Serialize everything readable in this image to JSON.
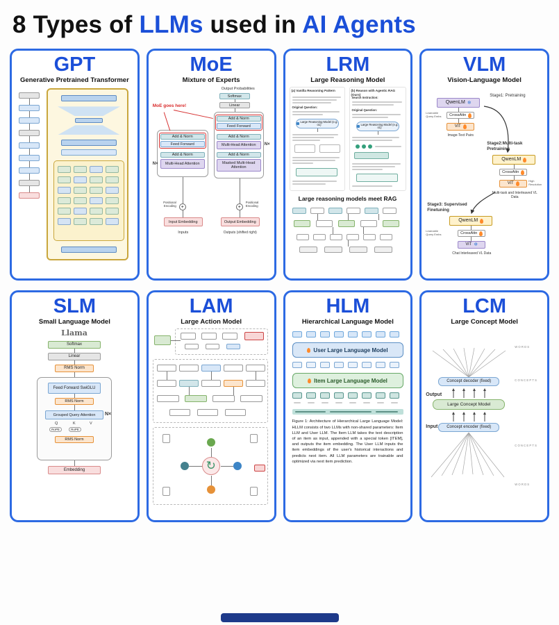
{
  "page": {
    "title_parts": [
      {
        "text": "8 Types of "
      },
      {
        "text": "LLMs"
      },
      {
        "text": " used in "
      },
      {
        "text": "AI Agents"
      }
    ],
    "colors": {
      "accent": "#1b4fd8",
      "card_border": "#2d6ae3"
    }
  },
  "cards": {
    "gpt": {
      "title": "GPT",
      "subtitle": "Generative Pretrained Transformer"
    },
    "moe": {
      "title": "MoE",
      "subtitle": "Mixture of Experts",
      "labels": {
        "annotation": "MoE goes here!",
        "output_probabilities": "Output Probabilities",
        "softmax": "Softmax",
        "linear": "Linear",
        "add_norm": "Add & Norm",
        "feed_forward": "Feed Forward",
        "multi_head_attention": "Multi-Head Attention",
        "masked_multi_head_attention": "Masked Multi-Head Attention",
        "positional_encoding": "Positional Encoding",
        "input_embedding": "Input Embedding",
        "output_embedding": "Output Embedding",
        "inputs": "Inputs",
        "outputs": "Outputs (shifted right)",
        "nx": "N×"
      }
    },
    "lrm": {
      "title": "LRM",
      "subtitle": "Large Reasoning Model",
      "labels": {
        "panel_a": "(a) Vanilla Reasoning Pattern",
        "panel_b": "(b) Reason with Agentic RAG (Ours)",
        "original_question": "Original Question:",
        "search_instruction": "Search Instruction:",
        "model_box": "Large Reasoning Model (e.g. o1)",
        "meet_rag": "Large reasoning models meet RAG"
      }
    },
    "vlm": {
      "title": "VLM",
      "subtitle": "Vision-Language Model",
      "labels": {
        "stage1": "Stage1: Pretraining",
        "stage2": "Stage2:Multi-task Pretraining",
        "stage3": "Stage3: Supervised Finetuning",
        "qwenlm": "QwenLM",
        "crossattn": "CrossAttn",
        "vit": "ViT",
        "image_text_pairs": "Image-Text Pairs",
        "multitask_data": "Multi-task and Interleaved VL Data",
        "chat_data": "Chat Interleaved VL Data",
        "learnable_query": "Learnable Query Embs",
        "high_resolution": "High Resolution",
        "snowflake": "❄"
      }
    },
    "slm": {
      "title": "SLM",
      "subtitle": "Small Language Model",
      "labels": {
        "llama": "Llama",
        "softmax": "Softmax",
        "linear": "Linear",
        "rms_norm": "RMS Norm",
        "ffn": "Feed Forward SwiGLU",
        "gqa": "Grouped Query Attention",
        "q": "Q",
        "k": "K",
        "v": "V",
        "rope": "RoPE",
        "nx": "N×",
        "embedding": "Embedding"
      }
    },
    "lam": {
      "title": "LAM",
      "subtitle": "Large Action Model"
    },
    "hlm": {
      "title": "HLM",
      "subtitle": "Hierarchical Language Model",
      "labels": {
        "user_llm": "User Large Language Model",
        "item_llm": "Item Large Language Model"
      },
      "caption": "Figure 1: Architecture of Hierarchical Large Language Model: HLLM consists of two LLMs with non-shared parameters: Item LLM and User LLM. The Item LLM takes the text description of an item as input, appended with a special token [ITEM], and outputs the item embedding. The User LLM inputs the item embeddings of the user's historical interactions and predicts next item. All LLM parameters are trainable and optimized via next item prediction."
    },
    "lcm": {
      "title": "LCM",
      "subtitle": "Large Concept Model",
      "labels": {
        "decoder": "Concept decoder (fixed)",
        "lcm": "Large Concept Model",
        "encoder": "Concept encoder (fixed)",
        "output": "Output",
        "input": "Input",
        "words": "WORDS",
        "concepts": "CONCEPTS"
      }
    }
  }
}
